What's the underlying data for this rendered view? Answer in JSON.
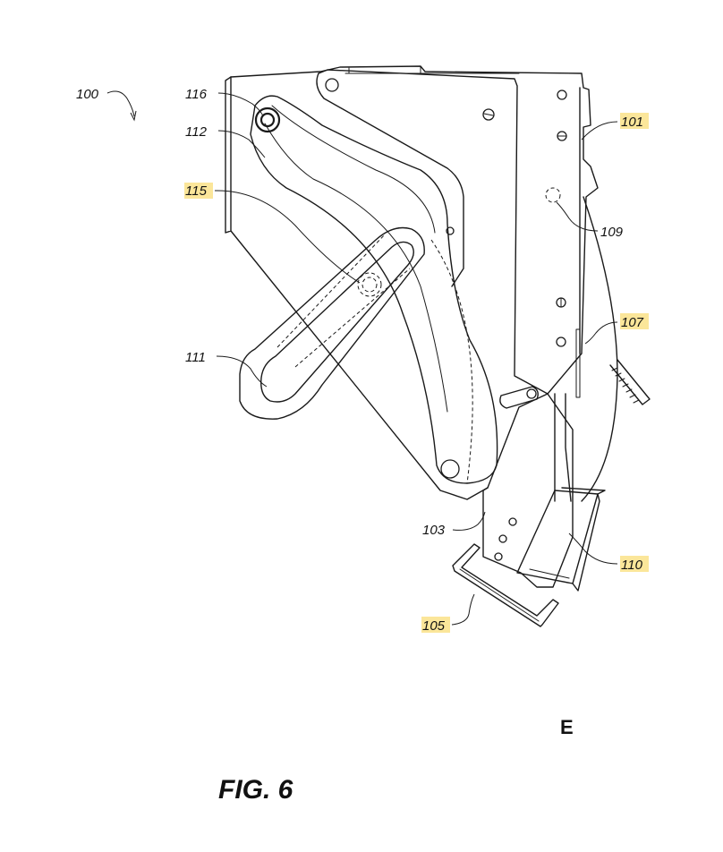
{
  "figure": {
    "caption": "FIG. 6",
    "view_letter": "E",
    "highlight_color": "#fbe69a",
    "line_color": "#1a1a1a"
  },
  "refs": {
    "r100": "100",
    "r116": "116",
    "r112": "112",
    "r115": "115",
    "r111": "111",
    "r101": "101",
    "r109": "109",
    "r107": "107",
    "r103": "103",
    "r110": "110",
    "r105": "105"
  },
  "highlighted_refs": [
    "101",
    "115",
    "107",
    "110",
    "105"
  ]
}
